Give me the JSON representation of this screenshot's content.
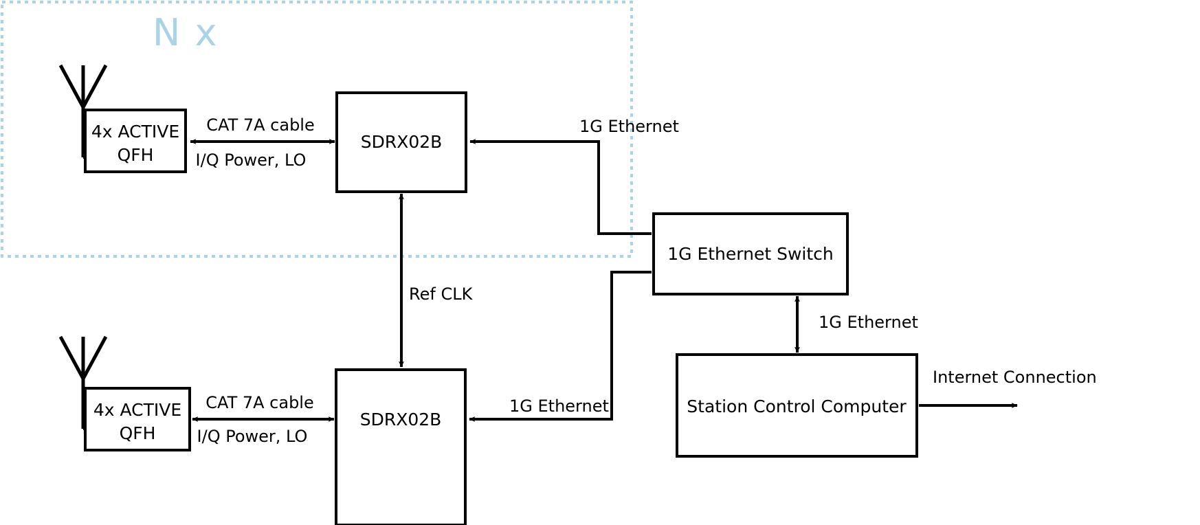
{
  "diagram": {
    "title_hidden": "",
    "group": {
      "label": "N x",
      "color": "#a9d4e7",
      "note": "dashed light-blue grouping boundary around one antenna + receiver chain"
    },
    "colors": {
      "line": "#000000",
      "box_fill": "#ffffff",
      "group_accent": "#a9d4e7",
      "background": "#ffffff"
    },
    "nodes": [
      {
        "id": "antenna_top",
        "label": "",
        "icon": "antenna-icon"
      },
      {
        "id": "qfh_top",
        "label_line1": "4x ACTIVE",
        "label_line2": "QFH"
      },
      {
        "id": "sdr_top",
        "label": "SDRX02B"
      },
      {
        "id": "antenna_bottom",
        "label": "",
        "icon": "antenna-icon"
      },
      {
        "id": "qfh_bottom",
        "label_line1": "4x ACTIVE",
        "label_line2": "QFH"
      },
      {
        "id": "sdr_bottom",
        "label": "SDRX02B"
      },
      {
        "id": "switch",
        "label": "1G Ethernet Switch"
      },
      {
        "id": "computer",
        "label": "Station Control Computer"
      }
    ],
    "edges": [
      {
        "id": "qfh_top_sdr_top",
        "label_above": "CAT 7A cable",
        "label_below": "I/Q Power, LO",
        "arrows": "both"
      },
      {
        "id": "qfh_bot_sdr_bot",
        "label_above": "CAT 7A cable",
        "label_below": "I/Q Power, LO",
        "arrows": "both"
      },
      {
        "id": "switch_sdr_top",
        "label": "1G Ethernet",
        "arrows": "to-sdr"
      },
      {
        "id": "switch_sdr_bottom",
        "label": "1G Ethernet",
        "arrows": "to-sdr"
      },
      {
        "id": "sdr_bottom_sdr_top",
        "label": "Ref CLK",
        "arrows": "both-vertical"
      },
      {
        "id": "switch_computer",
        "label": "1G Ethernet",
        "arrows": "both-vertical"
      },
      {
        "id": "computer_internet",
        "label": "Internet Connection",
        "arrows": "out-right"
      }
    ],
    "labels": {
      "nx": "N x",
      "cat7a": "CAT 7A cable",
      "iq_power_lo": "I/Q Power, LO",
      "eth_top": "1G Ethernet",
      "eth_bottom": "1G Ethernet",
      "eth_switch_pc": "1G Ethernet",
      "ref_clk": "Ref CLK",
      "internet": "Internet Connection",
      "qfh_l1": "4x ACTIVE",
      "qfh_l2": "QFH",
      "sdr": "SDRX02B",
      "switch": "1G Ethernet Switch",
      "computer": "Station Control Computer"
    }
  }
}
